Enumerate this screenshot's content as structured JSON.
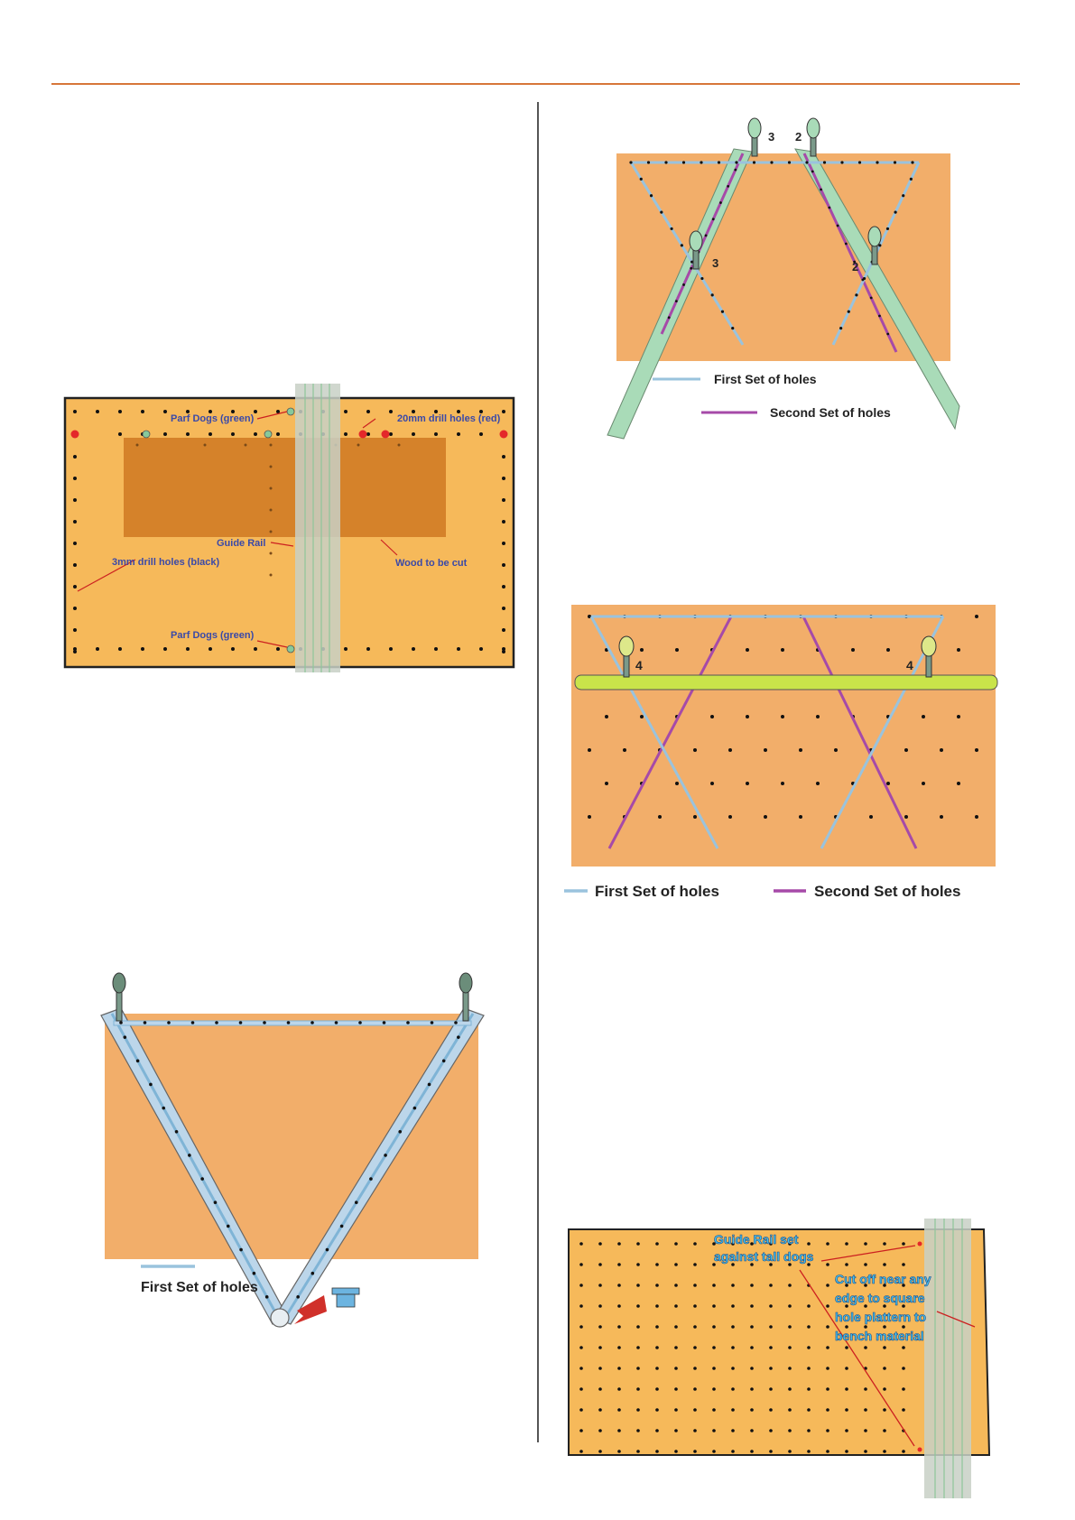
{
  "colors": {
    "header_rule": "#d7763a",
    "board": "#f6b95a",
    "board_alt": "#f2ae6a",
    "wood": "#d5822a",
    "rail": "#c8d0c6",
    "first_set": "#9ac3dd",
    "second_set": "#a64aa8",
    "dog_green": "#87c99a",
    "dog_yellow": "#c9e44a",
    "label_blue": "#3a49a8",
    "arrow_red": "#cc2020",
    "hole_red": "#e4282a"
  },
  "fig1": {
    "label_parf_top": "Parf Dogs (green)",
    "label_20mm": "20mm drill holes (red)",
    "label_guide_rail": "Guide Rail",
    "label_3mm": "3mm drill holes (black)",
    "label_wood": "Wood to be cut",
    "label_parf_bottom": "Parf Dogs (green)"
  },
  "fig2": {
    "legend_first": "First Set of holes"
  },
  "fig3": {
    "num_top_left": "3",
    "num_top_right": "2",
    "num_mid_left": "3",
    "num_mid_right": "2",
    "legend_first": "First Set of holes",
    "legend_second": "Second Set of holes"
  },
  "fig4": {
    "num_left": "4",
    "num_right": "4",
    "legend_first": "First Set of holes",
    "legend_second": "Second Set of holes"
  },
  "fig5": {
    "label_rail_line1": "Guide Rail set",
    "label_rail_line2": "against tall dogs",
    "label_cut_line1": "Cut off near any",
    "label_cut_line2": "edge to square",
    "label_cut_line3": "hole plattern to",
    "label_cut_line4": "bench material"
  }
}
